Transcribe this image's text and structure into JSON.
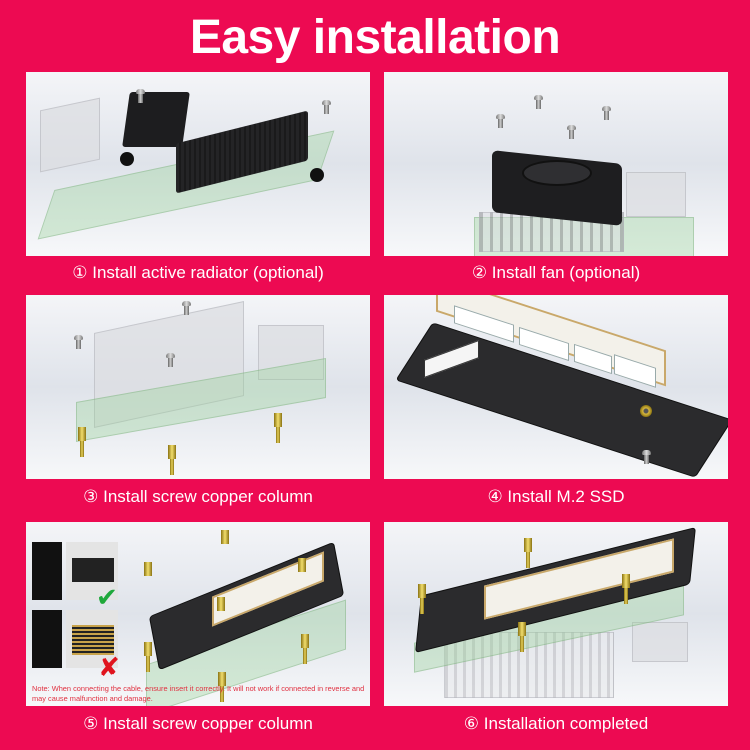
{
  "title": "Easy installation",
  "steps": [
    {
      "number": "①",
      "label": "① Install active radiator (optional)"
    },
    {
      "number": "②",
      "label": "② Install fan (optional)"
    },
    {
      "number": "③",
      "label": "③ Install screw copper column"
    },
    {
      "number": "④",
      "label": "④ Install M.2 SSD"
    },
    {
      "number": "⑤",
      "label": "⑤ Install screw copper column"
    },
    {
      "number": "⑥",
      "label": "⑥ Installation completed"
    }
  ],
  "panel5": {
    "note": "Note: When connecting the cable, ensure insert it correctly. It will not work if connected in reverse and may cause malfunction and damage.",
    "correct_icon": "✔",
    "wrong_icon": "✘"
  },
  "colors": {
    "background": "#ED0A52",
    "text": "#FFFFFF",
    "note_text": "#E03040",
    "check": "#1EA83B",
    "cross": "#E0141E"
  }
}
